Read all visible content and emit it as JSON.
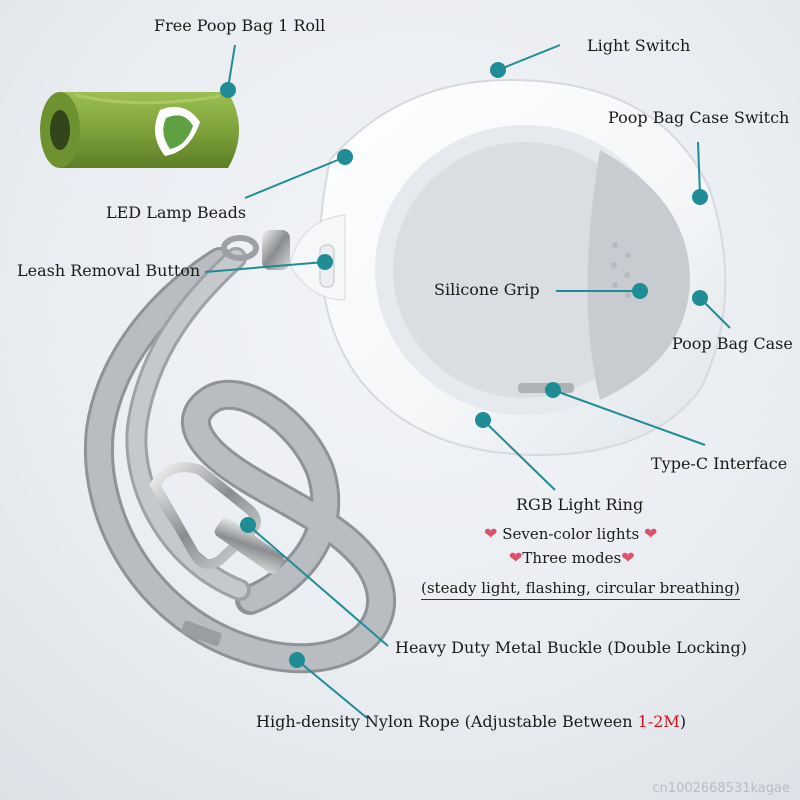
{
  "labels": {
    "free_poop_bag": "Free Poop Bag 1 Roll",
    "light_switch": "Light Switch",
    "poop_bag_case_switch": "Poop Bag Case Switch",
    "led_lamp_beads": "LED Lamp Beads",
    "leash_removal_button": "Leash Removal Button",
    "silicone_grip": "Silicone Grip",
    "poop_bag_case": "Poop Bag Case",
    "type_c_interface": "Type-C Interface",
    "rgb_light_ring": "RGB Light Ring",
    "seven_color_lights": "Seven-color lights",
    "three_modes": "Three modes",
    "modes_detail": "(steady light, flashing, circular breathing)",
    "metal_buckle": "Heavy Duty Metal Buckle (Double Locking)",
    "nylon_rope_prefix": "High-density Nylon Rope (Adjustable Between ",
    "nylon_rope_range": "1-2M",
    "nylon_rope_suffix": ")"
  },
  "watermark": "cn1002668531kagae",
  "colors": {
    "callout": "#1f8c96",
    "heart": "#e0506a",
    "highlight": "#d0141c",
    "bag_roll": "#7ea23a",
    "rope": "#a7abaf"
  },
  "icons": [
    "heart-icon"
  ]
}
